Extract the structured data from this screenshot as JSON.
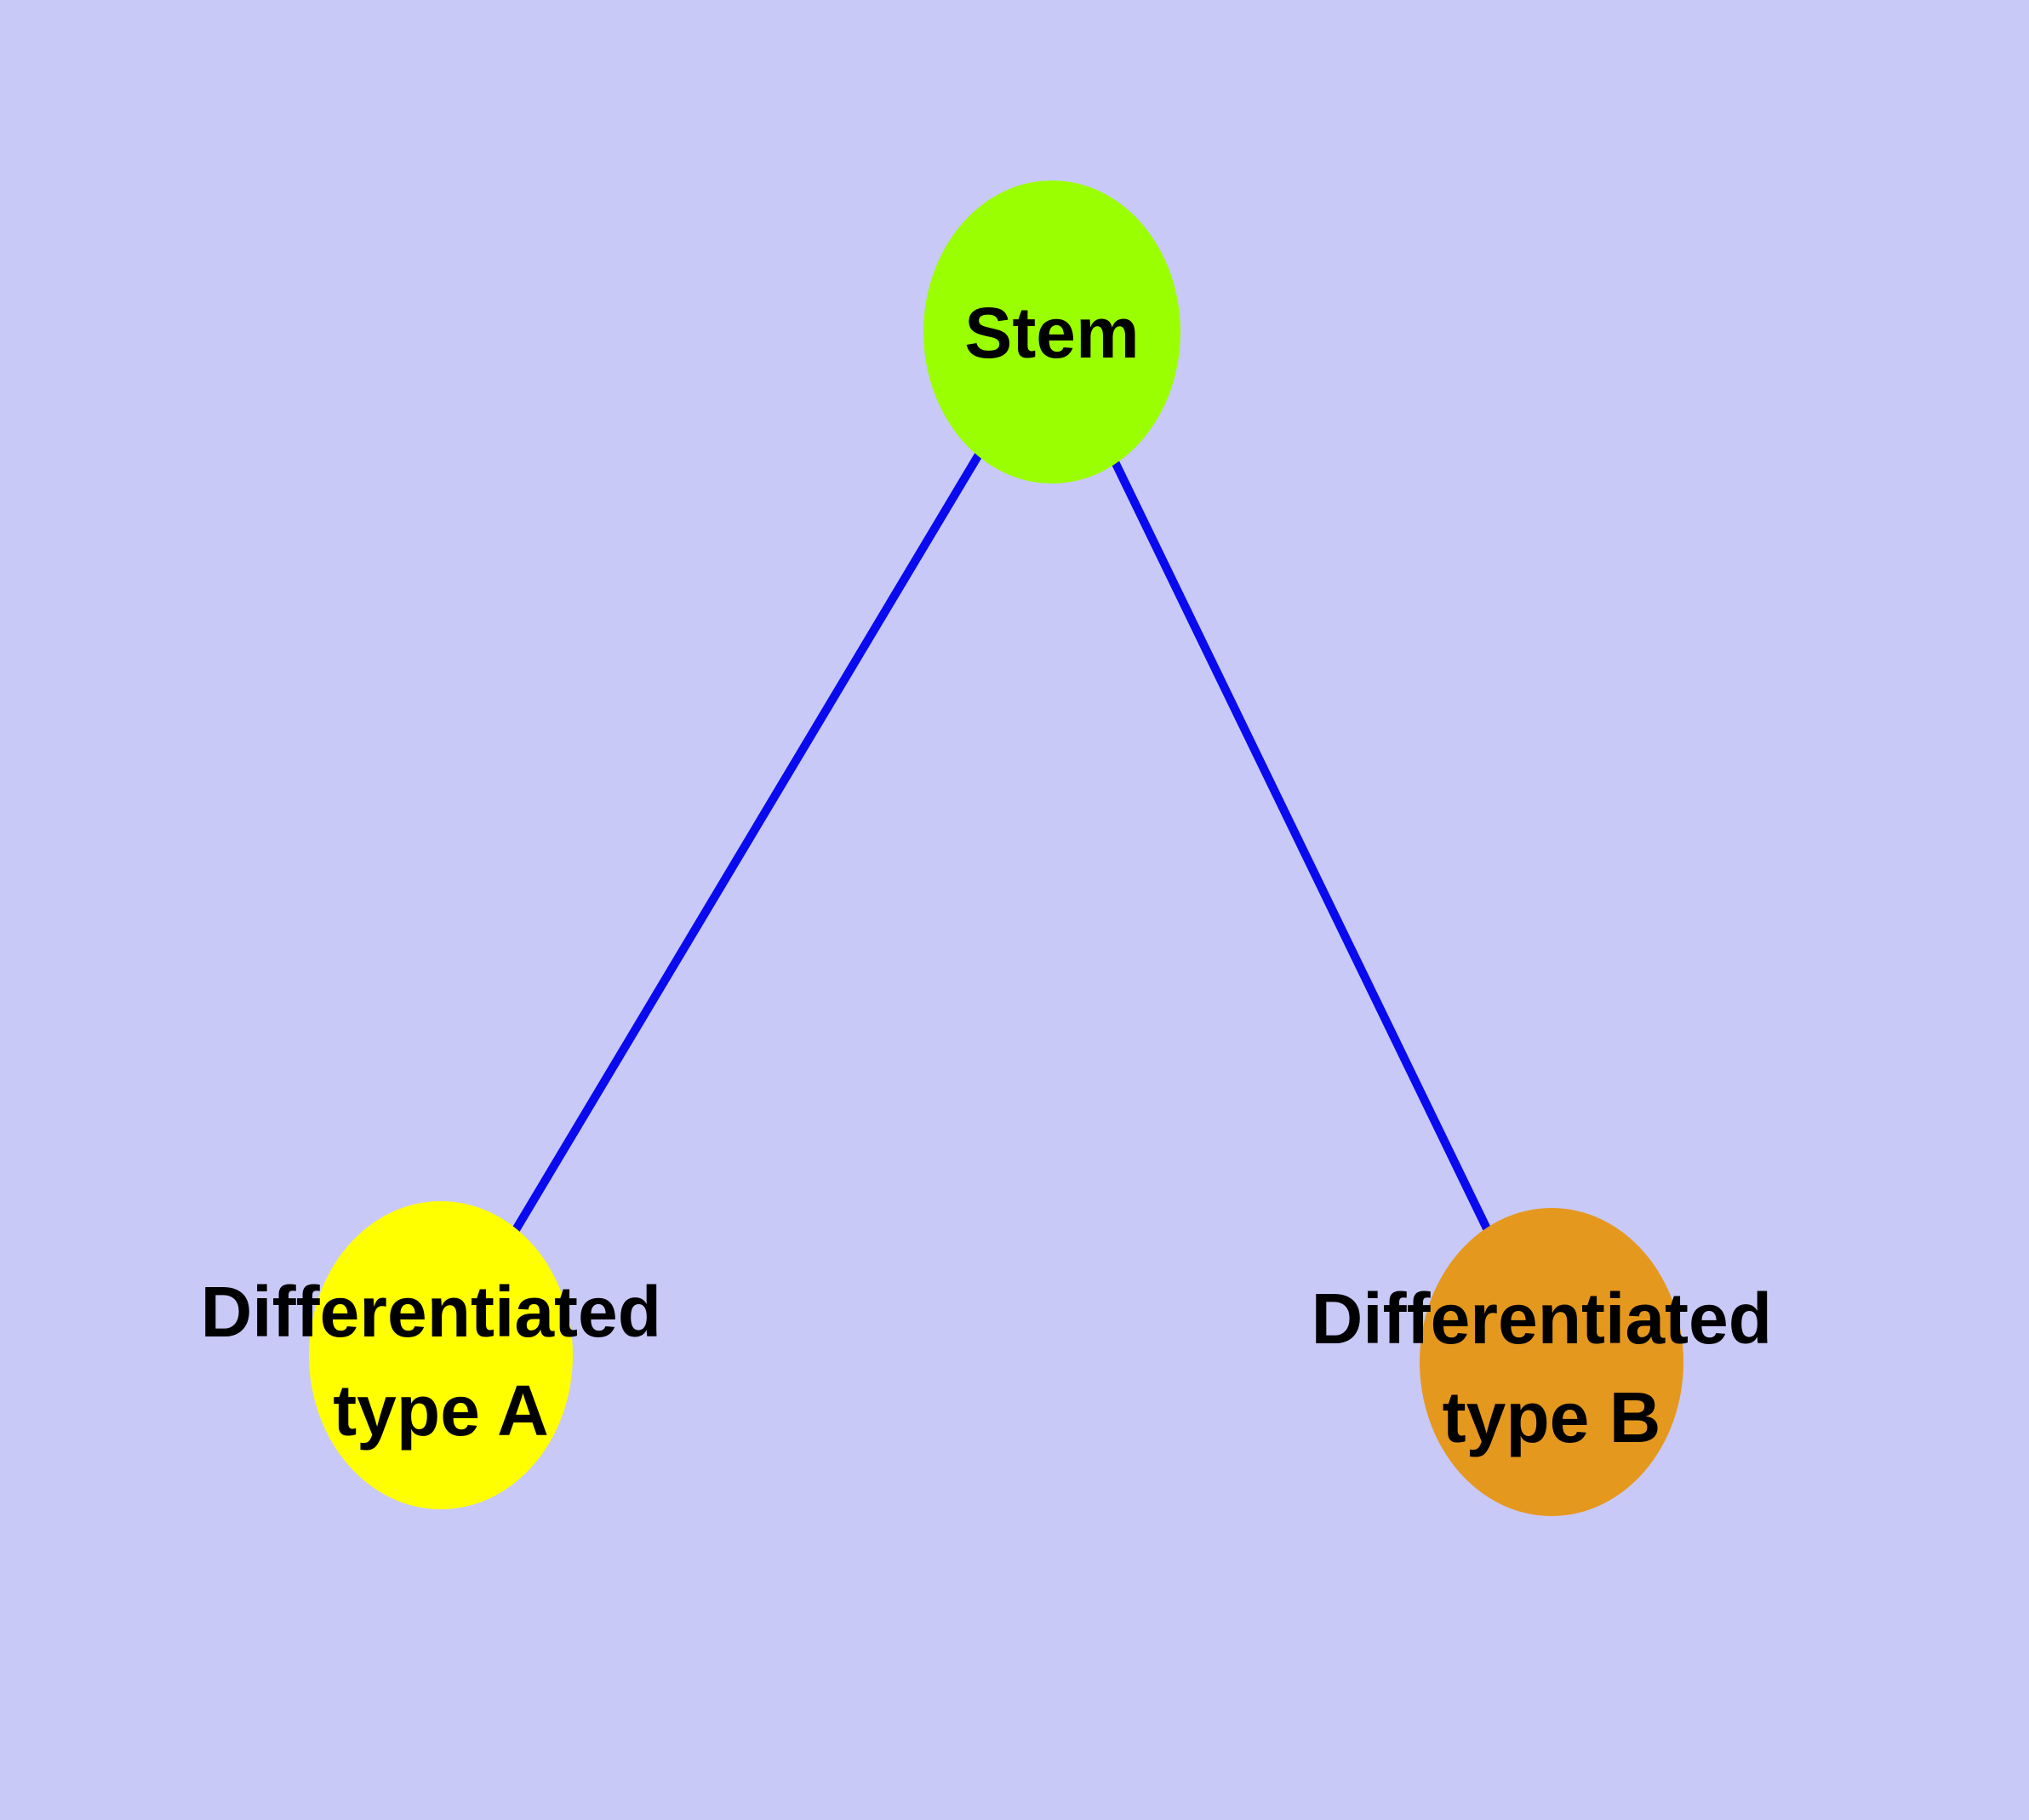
{
  "diagram": {
    "background_color": "#c9c9f7",
    "edge_color": "#0a0aee",
    "node_stroke_color": "#6e6e6e",
    "nodes": {
      "stem": {
        "label": "Stem",
        "fill": "#9aff01"
      },
      "type_a": {
        "label_line1": "Differentiated",
        "label_line2": "type A",
        "fill": "#ffff00"
      },
      "type_b": {
        "label_line1": "Differentiated",
        "label_line2": "type B",
        "fill": "#e5981e"
      }
    },
    "edges": [
      {
        "from": "Stem",
        "to": "Differentiated type A"
      },
      {
        "from": "Stem",
        "to": "Differentiated type B"
      }
    ]
  }
}
